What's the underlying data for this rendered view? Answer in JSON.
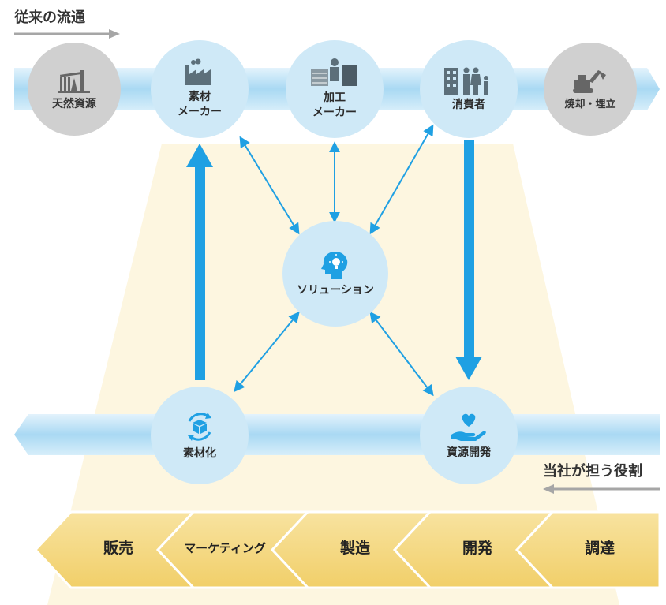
{
  "headings": {
    "top_flow": "従来の流通",
    "company_role": "当社が担う役割"
  },
  "top_nodes": [
    {
      "label": "天然資源",
      "icon": "oil-pump-icon",
      "style": "gray"
    },
    {
      "label": "素材\nメーカー",
      "icon": "factory-icon",
      "style": "blue"
    },
    {
      "label": "加工\nメーカー",
      "icon": "worker-icon",
      "style": "blue"
    },
    {
      "label": "消費者",
      "icon": "family-building-icon",
      "style": "blue"
    },
    {
      "label": "焼却・埋立",
      "icon": "excavator-icon",
      "style": "gray"
    }
  ],
  "center_node": {
    "label": "ソリューション",
    "icon": "idea-head-icon"
  },
  "bottom_nodes": [
    {
      "label": "素材化",
      "icon": "recycle-box-icon"
    },
    {
      "label": "資源開発",
      "icon": "heart-hand-icon"
    }
  ],
  "value_chain": [
    "販売",
    "マーケティング",
    "製造",
    "開発",
    "調達"
  ],
  "colors": {
    "band_blue": "#bfe3f6",
    "arrow_blue": "#1fa0e3",
    "circle_blue": "#cfe9f7",
    "circle_gray": "#d0d0d0",
    "trapezoid": "#fdf6e0",
    "chevron": "#f6dc86",
    "heading_arrow": "#a6a6a6"
  }
}
